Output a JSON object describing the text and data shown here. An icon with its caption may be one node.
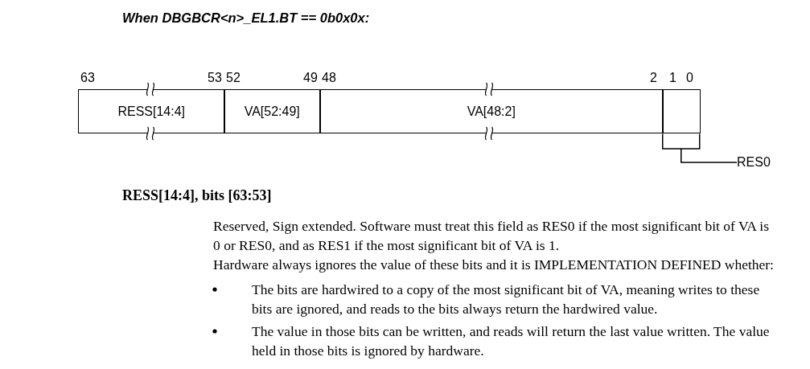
{
  "diagram": {
    "title": "When DBGBCR<n>_EL1.BT == 0b0x0x:",
    "nodes": [
      {
        "text": [
          "RESS[14:4]"
        ]
      },
      {
        "text": [
          "VA[52:49]"
        ]
      },
      {
        "text": [
          "VA[48:2]"
        ]
      },
      {
        "text": [],
        "shape": "box"
      },
      {
        "text": [
          "RES0"
        ]
      }
    ],
    "edges": [
      {
        "from": 4,
        "to": 3,
        "arrow": "none"
      }
    ],
    "labels": [
      "63",
      "53",
      "52",
      "49",
      "48",
      "2",
      "1",
      "0",
      "RESS[14:4], bits [63:53]",
      "Reserved, Sign extended. Software must treat this field as RES0 if the most significant bit of VA is 0 or RES0, and as RES1 if the most significant bit of VA is 1.",
      "Hardware always ignores the value of these bits and it is IMPLEMENTATION DEFINED whether:",
      "The bits are hardwired to a copy of the most significant bit of VA, meaning writes to these bits are ignored, and reads to the bits always return the hardwired value.",
      "The value in those bits can be written, and reads will return the last value written. The value held in those bits is ignored by hardware."
    ]
  }
}
